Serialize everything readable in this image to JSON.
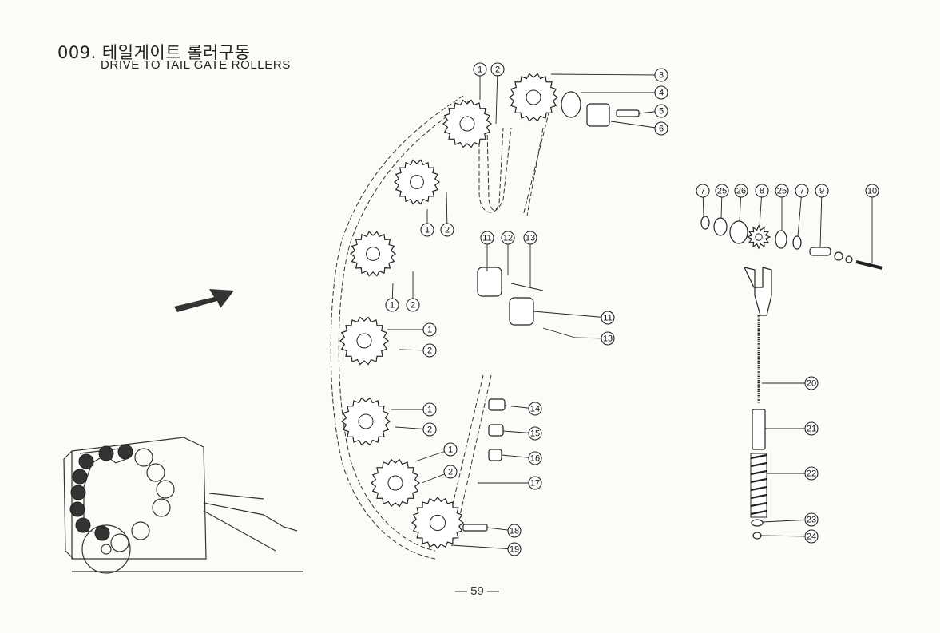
{
  "header": {
    "title": "009. 테일게이트 롤러구동",
    "subtitle": "DRIVE TO TAIL GATE ROLLERS"
  },
  "footer": {
    "page_number": "— 59 —"
  },
  "callouts": [
    {
      "label": "1"
    },
    {
      "label": "2"
    },
    {
      "label": "3"
    },
    {
      "label": "4"
    },
    {
      "label": "5"
    },
    {
      "label": "6"
    },
    {
      "label": "1"
    },
    {
      "label": "2"
    },
    {
      "label": "1"
    },
    {
      "label": "2"
    },
    {
      "label": "11"
    },
    {
      "label": "12"
    },
    {
      "label": "13"
    },
    {
      "label": "11"
    },
    {
      "label": "13"
    },
    {
      "label": "1"
    },
    {
      "label": "2"
    },
    {
      "label": "1"
    },
    {
      "label": "2"
    },
    {
      "label": "1"
    },
    {
      "label": "2"
    },
    {
      "label": "14"
    },
    {
      "label": "15"
    },
    {
      "label": "16"
    },
    {
      "label": "17"
    },
    {
      "label": "18"
    },
    {
      "label": "19"
    },
    {
      "label": "7"
    },
    {
      "label": "25"
    },
    {
      "label": "26"
    },
    {
      "label": "8"
    },
    {
      "label": "25"
    },
    {
      "label": "7"
    },
    {
      "label": "9"
    },
    {
      "label": "10"
    },
    {
      "label": "20"
    },
    {
      "label": "21"
    },
    {
      "label": "22"
    },
    {
      "label": "23"
    },
    {
      "label": "24"
    }
  ]
}
